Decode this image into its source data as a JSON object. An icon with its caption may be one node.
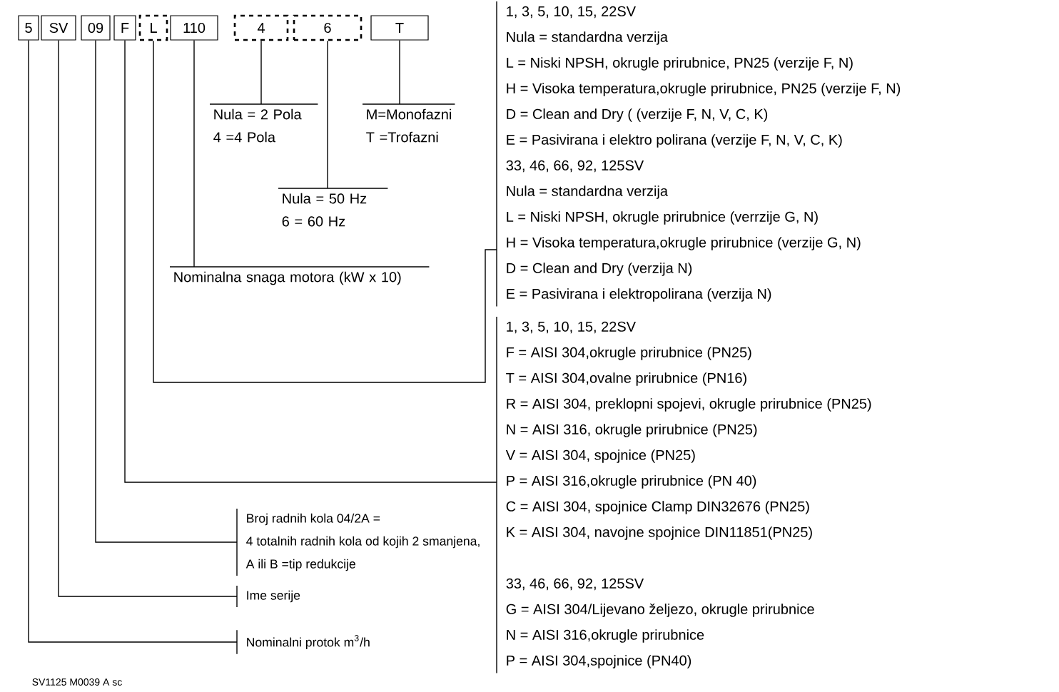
{
  "diagram": {
    "nodes": [
      {
        "text": [
          "5"
        ]
      },
      {
        "text": [
          "SV"
        ]
      },
      {
        "text": [
          "09"
        ]
      },
      {
        "text": [
          "F"
        ]
      },
      {
        "text": [
          "L"
        ]
      },
      {
        "text": [
          "110"
        ]
      },
      {
        "text": [
          "4"
        ]
      },
      {
        "text": [
          "6"
        ]
      },
      {
        "text": [
          "T"
        ]
      },
      {
        "text": [
          "Nula = 2 Pola",
          "4 =4 Pola"
        ]
      },
      {
        "text": [
          "M=Monofazni",
          "T =Trofazni"
        ]
      },
      {
        "text": [
          "Nula = 50 Hz",
          "6 = 60 Hz"
        ]
      },
      {
        "text": [
          "Nominalna snaga motora (kW x 10)"
        ]
      },
      {
        "text": [
          "1, 3, 5, 10, 15, 22SV",
          "Nula = standardna verzija",
          "L = Niski NPSH, okrugle prirubnice, PN25 (verzije F, N)",
          "H = Visoka temperatura,okrugle prirubnice, PN25 (verzije F, N)",
          "D = Clean and Dry ( (verzije F, N, V, C, K)",
          "E = Pasivirana i elektro polirana (verzije F, N, V, C, K)",
          "33, 46, 66, 92, 125SV",
          "Nula = standardna verzija",
          "L = Niski NPSH, okrugle prirubnice (verrzije G, N)",
          "H = Visoka temperatura,okrugle prirubnice (verzije G, N)",
          "D = Clean and Dry (verzija N)",
          "E = Pasivirana i elektropolirana (verzija N)"
        ]
      },
      {
        "text": [
          "1, 3, 5, 10, 15, 22SV",
          "F = AISI 304,okrugle prirubnice (PN25)",
          "T = AISI 304,ovalne prirubnice (PN16)",
          "R = AISI 304, preklopni spojevi, okrugle prirubnice (PN25)",
          "N = AISI 316, okrugle prirubnice (PN25)",
          "V = AISI 304, spojnice (PN25)",
          "P = AISI 316,okrugle prirubnice (PN 40)",
          "C = AISI 304, spojnice Clamp DIN32676 (PN25)",
          "K = AISI 304, navojne spojnice DIN11851(PN25)",
          "33, 46, 66, 92, 125SV",
          "G = AISI 304/Lijevano željezo, okrugle prirubnice",
          "N = AISI 316,okrugle prirubnice",
          "P = AISI 304,spojnice (PN40)"
        ]
      },
      {
        "text": [
          "Broj radnih kola 04/2A =",
          "4 totalnih radnih kola od kojih 2 smanjena,",
          "A ili B =tip redukcije"
        ]
      },
      {
        "text": [
          "Ime serije"
        ]
      },
      {
        "text": [
          "Nominalni protok m$^{3}$/h"
        ]
      }
    ],
    "edges": [
      {
        "from": 6,
        "to": 9,
        "arrow": "none"
      },
      {
        "from": 8,
        "to": 10,
        "arrow": "none"
      },
      {
        "from": 7,
        "to": 11,
        "arrow": "none"
      },
      {
        "from": 5,
        "to": 12,
        "arrow": "none"
      },
      {
        "from": 4,
        "to": 13,
        "arrow": "none"
      },
      {
        "from": 3,
        "to": 14,
        "arrow": "none"
      },
      {
        "from": 2,
        "to": 15,
        "arrow": "none"
      },
      {
        "from": 1,
        "to": 16,
        "arrow": "none"
      },
      {
        "from": 0,
        "to": 17,
        "arrow": "none"
      }
    ],
    "labels": [
      "SV1125 M0039 A sc"
    ]
  }
}
